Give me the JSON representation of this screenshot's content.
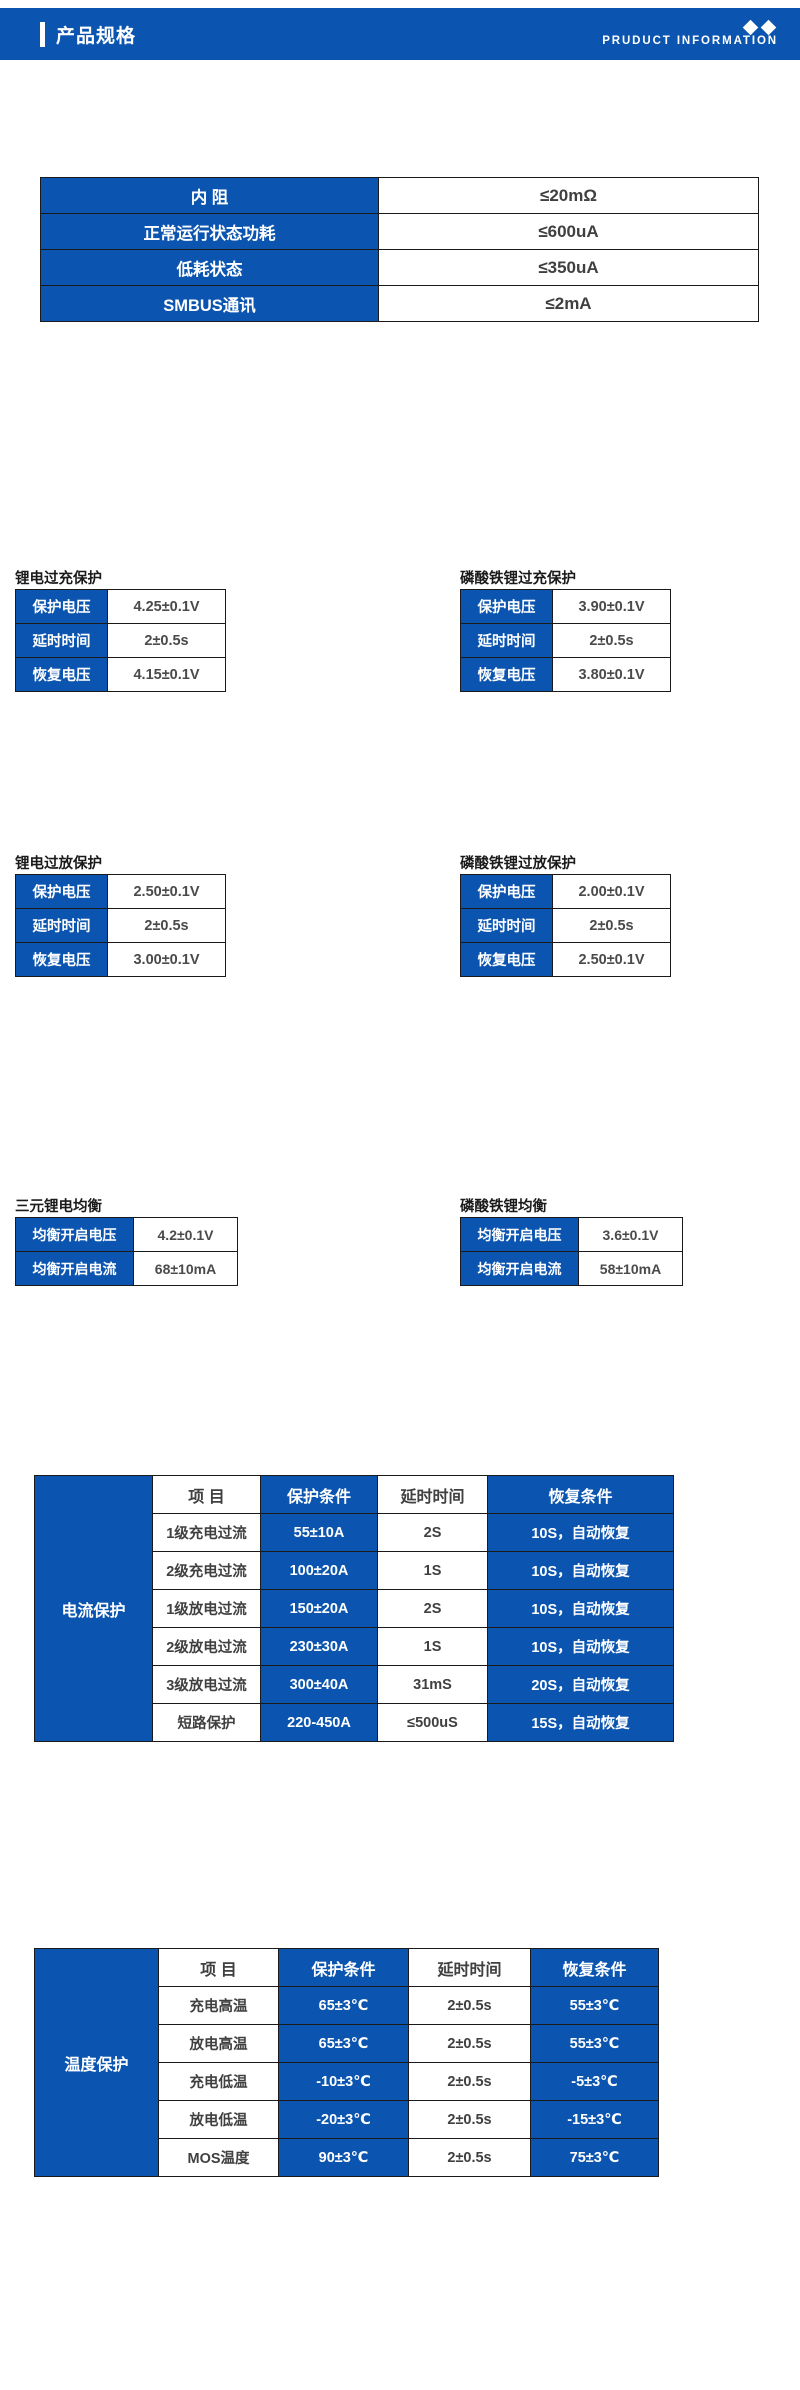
{
  "header": {
    "title": "产品规格",
    "subtitle": "PRUDUCT INFORMATION",
    "accent_color": "#0B55B0",
    "diamond_icon_left": "diamond-icon",
    "diamond_icon_right": "diamond-icon"
  },
  "basic_specs": {
    "rows": [
      {
        "label": "内  阻",
        "value": "≤20mΩ"
      },
      {
        "label": "正常运行状态功耗",
        "value": "≤600uA"
      },
      {
        "label": "低耗状态",
        "value": "≤350uA"
      },
      {
        "label": "SMBUS通讯",
        "value": "≤2mA"
      }
    ]
  },
  "overcharge_lithium": {
    "caption": "锂电过充保护",
    "rows": [
      {
        "label": "保护电压",
        "value": "4.25±0.1V"
      },
      {
        "label": "延时时间",
        "value": "2±0.5s"
      },
      {
        "label": "恢复电压",
        "value": "4.15±0.1V"
      }
    ]
  },
  "overcharge_lifepo4": {
    "caption": "磷酸铁锂过充保护",
    "rows": [
      {
        "label": "保护电压",
        "value": "3.90±0.1V"
      },
      {
        "label": "延时时间",
        "value": "2±0.5s"
      },
      {
        "label": "恢复电压",
        "value": "3.80±0.1V"
      }
    ]
  },
  "overdischarge_lithium": {
    "caption": "锂电过放保护",
    "rows": [
      {
        "label": "保护电压",
        "value": "2.50±0.1V"
      },
      {
        "label": "延时时间",
        "value": "2±0.5s"
      },
      {
        "label": "恢复电压",
        "value": "3.00±0.1V"
      }
    ]
  },
  "overdischarge_lifepo4": {
    "caption": "磷酸铁锂过放保护",
    "rows": [
      {
        "label": "保护电压",
        "value": "2.00±0.1V"
      },
      {
        "label": "延时时间",
        "value": "2±0.5s"
      },
      {
        "label": "恢复电压",
        "value": "2.50±0.1V"
      }
    ]
  },
  "balance_ternary": {
    "caption": "三元锂电均衡",
    "rows": [
      {
        "label": "均衡开启电压",
        "value": "4.2±0.1V"
      },
      {
        "label": "均衡开启电流",
        "value": "68±10mA"
      }
    ]
  },
  "balance_lifepo4": {
    "caption": "磷酸铁锂均衡",
    "rows": [
      {
        "label": "均衡开启电压",
        "value": "3.6±0.1V"
      },
      {
        "label": "均衡开启电流",
        "value": "58±10mA"
      }
    ]
  },
  "current_protection": {
    "side_label": "电流保护",
    "headers": [
      "项  目",
      "保护条件",
      "延时时间",
      "恢复条件"
    ],
    "rows": [
      {
        "item": "1级充电过流",
        "condition": "55±10A",
        "delay": "2S",
        "recovery": "10S，自动恢复"
      },
      {
        "item": "2级充电过流",
        "condition": "100±20A",
        "delay": "1S",
        "recovery": "10S，自动恢复"
      },
      {
        "item": "1级放电过流",
        "condition": "150±20A",
        "delay": "2S",
        "recovery": "10S，自动恢复"
      },
      {
        "item": "2级放电过流",
        "condition": "230±30A",
        "delay": "1S",
        "recovery": "10S，自动恢复"
      },
      {
        "item": "3级放电过流",
        "condition": "300±40A",
        "delay": "31mS",
        "recovery": "20S，自动恢复"
      },
      {
        "item": "短路保护",
        "condition": "220-450A",
        "delay": "≤500uS",
        "recovery": "15S，自动恢复"
      }
    ]
  },
  "temperature_protection": {
    "side_label": "温度保护",
    "headers": [
      "项  目",
      "保护条件",
      "延时时间",
      "恢复条件"
    ],
    "rows": [
      {
        "item": "充电高温",
        "condition": "65±3℃",
        "delay": "2±0.5s",
        "recovery": "55±3℃"
      },
      {
        "item": "放电高温",
        "condition": "65±3℃",
        "delay": "2±0.5s",
        "recovery": "55±3℃"
      },
      {
        "item": "充电低温",
        "condition": "-10±3℃",
        "delay": "2±0.5s",
        "recovery": "-5±3℃"
      },
      {
        "item": "放电低温",
        "condition": "-20±3℃",
        "delay": "2±0.5s",
        "recovery": "-15±3℃"
      },
      {
        "item": "MOS温度",
        "condition": "90±3℃",
        "delay": "2±0.5s",
        "recovery": "75±3℃"
      }
    ]
  }
}
